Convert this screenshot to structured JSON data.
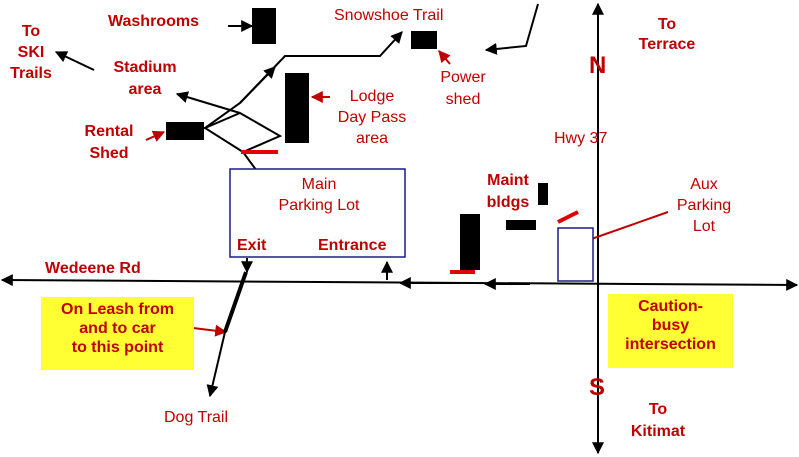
{
  "labels": {
    "washrooms": "Washrooms",
    "snowshoe_trail": "Snowshoe Trail",
    "to_terrace_line1": "To",
    "to_terrace_line2": "Terrace",
    "to_ski_line1": "To",
    "to_ski_line2": "SKI",
    "to_ski_line3": "Trails",
    "stadium_line1": "Stadium",
    "stadium_line2": "area",
    "power_line1": "Power",
    "power_line2": "shed",
    "lodge_line1": "Lodge",
    "lodge_line2": "Day Pass",
    "lodge_line3": "area",
    "rental_line1": "Rental",
    "rental_line2": "Shed",
    "hwy": "Hwy 37",
    "main_lot_line1": "Main",
    "main_lot_line2": "Parking Lot",
    "exit": "Exit",
    "entrance": "Entrance",
    "maint_line1": "Maint",
    "maint_line2": "bldgs",
    "aux_line1": "Aux",
    "aux_line2": "Parking",
    "aux_line3": "Lot",
    "wedeene": "Wedeene Rd",
    "leash_line1": "On Leash from",
    "leash_line2": "and to car",
    "leash_line3": "to this point",
    "caution_line1": "Caution-",
    "caution_line2": "busy",
    "caution_line3": "intersection",
    "dog_trail": "Dog Trail",
    "to_kitimat_line1": "To",
    "to_kitimat_line2": "Kitimat",
    "north": "N",
    "south": "S"
  },
  "colors": {
    "text": "#c00000",
    "note_bg": "#ffff33",
    "lot_border": "#1a1a8c",
    "marker": "#e00000",
    "road": "#000000"
  }
}
